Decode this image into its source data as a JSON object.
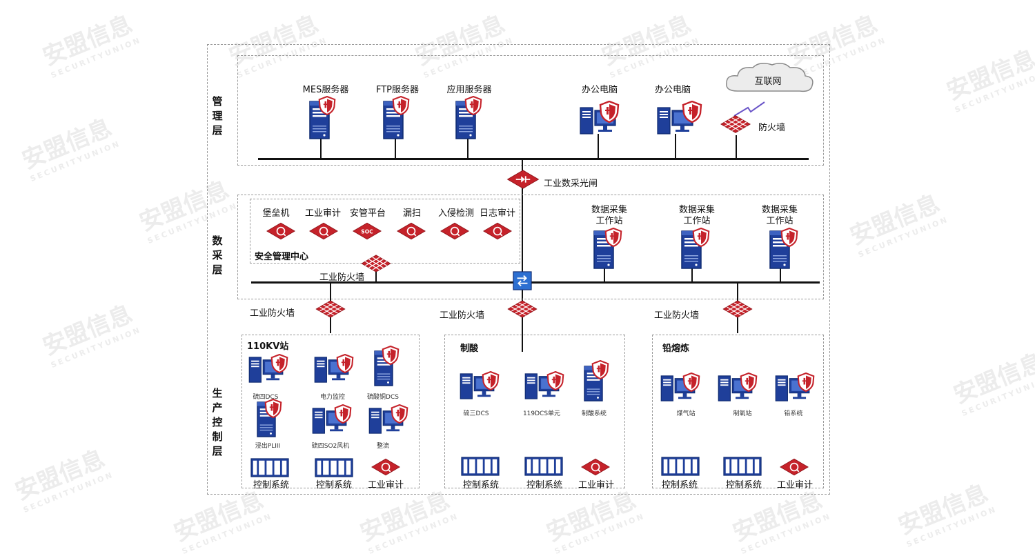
{
  "watermark": {
    "brand_cn": "安盟信息",
    "brand_en": "SECURITYUNION"
  },
  "colors": {
    "red": "#c5222a",
    "blue": "#1f3f9a",
    "line": "#111111"
  },
  "layers": {
    "management": "管理层",
    "data_collection": "数采层",
    "production": "生产控制层"
  },
  "management": {
    "mes_server": "MES服务器",
    "ftp_server": "FTP服务器",
    "app_server": "应用服务器",
    "office_pc_1": "办公电脑",
    "office_pc_2": "办公电脑",
    "internet": "互联网",
    "firewall": "防火墙"
  },
  "gateway": "工业数采光闸",
  "data_layer": {
    "security_center_title": "安全管理中心",
    "tools": [
      "堡垒机",
      "工业审计",
      "安管平台",
      "漏扫",
      "入侵检测",
      "日志审计"
    ],
    "soc_text": "SOC",
    "stations": [
      "数据采集\n工作站",
      "数据采集\n工作站",
      "数据采集\n工作站"
    ],
    "industrial_firewall": "工业防火墙"
  },
  "production": {
    "firewalls": [
      "工业防火墙",
      "工业防火墙",
      "工业防火墙"
    ],
    "zones": [
      {
        "title": "110KV站",
        "devices": [
          "硫四DCS",
          "电力监控",
          "硫酸铜DCS",
          "浸出PLIII",
          "硫四SO2风机",
          "整流"
        ],
        "bottom": [
          "控制系统",
          "控制系统",
          "工业审计"
        ]
      },
      {
        "title": "制酸",
        "devices": [
          "硫三DCS",
          "119DCS单元",
          "制酸系统"
        ],
        "bottom": [
          "控制系统",
          "控制系统",
          "工业审计"
        ]
      },
      {
        "title": "铅熔炼",
        "devices": [
          "煤气站",
          "制氧站",
          "铅系统"
        ],
        "bottom": [
          "控制系统",
          "控制系统",
          "工业审计"
        ]
      }
    ]
  }
}
